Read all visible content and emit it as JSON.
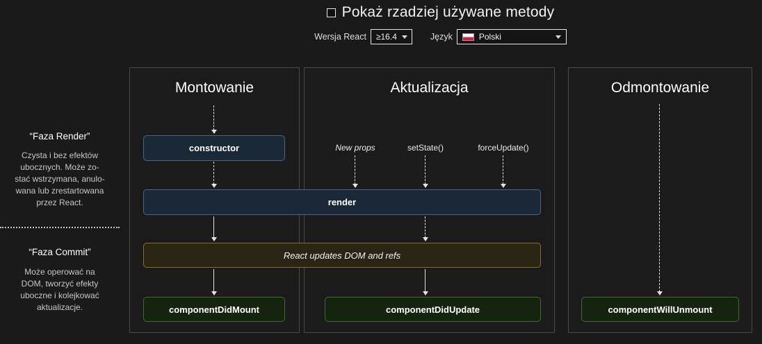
{
  "header": {
    "title": "Pokaż rzadziej używane metody"
  },
  "controls": {
    "version_label": "Wersja React",
    "version_value": "≥16.4",
    "language_label": "Język",
    "language_value": "Polski"
  },
  "sidebar": {
    "render_title": "“Faza Render”",
    "render_desc": "Czysta i bez efektów\nubocznych. Może zo-\nstać wstrzymana, anulo-\nwana lub zrestartowana\nprzez React.",
    "commit_title": "“Faza Commit”",
    "commit_desc": "Może operować na\nDOM, tworzyć efekty\nuboczne i kolejkować\naktualizacje."
  },
  "columns": {
    "mounting_title": "Montowanie",
    "updating_title": "Aktualizacja",
    "unmounting_title": "Odmontowanie",
    "triggers": [
      "New props",
      "setState()",
      "forceUpdate()"
    ]
  },
  "methods": {
    "constructor_label": "constructor",
    "render_label": "render",
    "react_updates": "React updates DOM and refs",
    "component_did_mount": "componentDidMount",
    "component_did_update": "componentDidUpdate",
    "component_will_unmount": "componentWillUnmount"
  }
}
